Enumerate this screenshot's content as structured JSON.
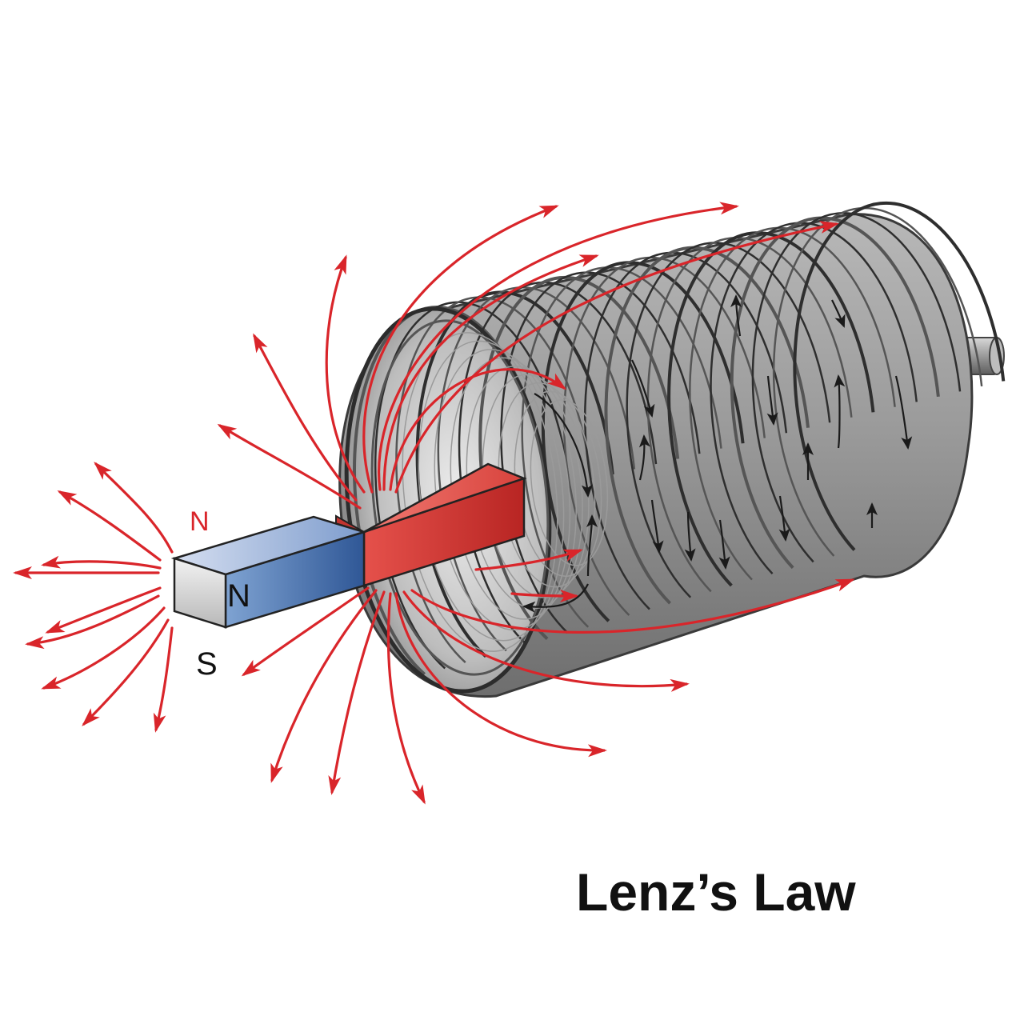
{
  "title": "Lenz’s Law",
  "labels": {
    "pole_n_outer": "N",
    "pole_n_face": "N",
    "pole_s": "S"
  },
  "colors": {
    "field_line": "#d9252a",
    "current_arrow": "#1a1a1a",
    "magnet_red": "#d6322f",
    "magnet_blue": "#3a62a0",
    "coil_metal": "#8c8c8c",
    "background": "#ffffff"
  },
  "icons": {
    "magnet": "bar-magnet",
    "coil": "solenoid-coil",
    "axle": "axle-rod"
  }
}
